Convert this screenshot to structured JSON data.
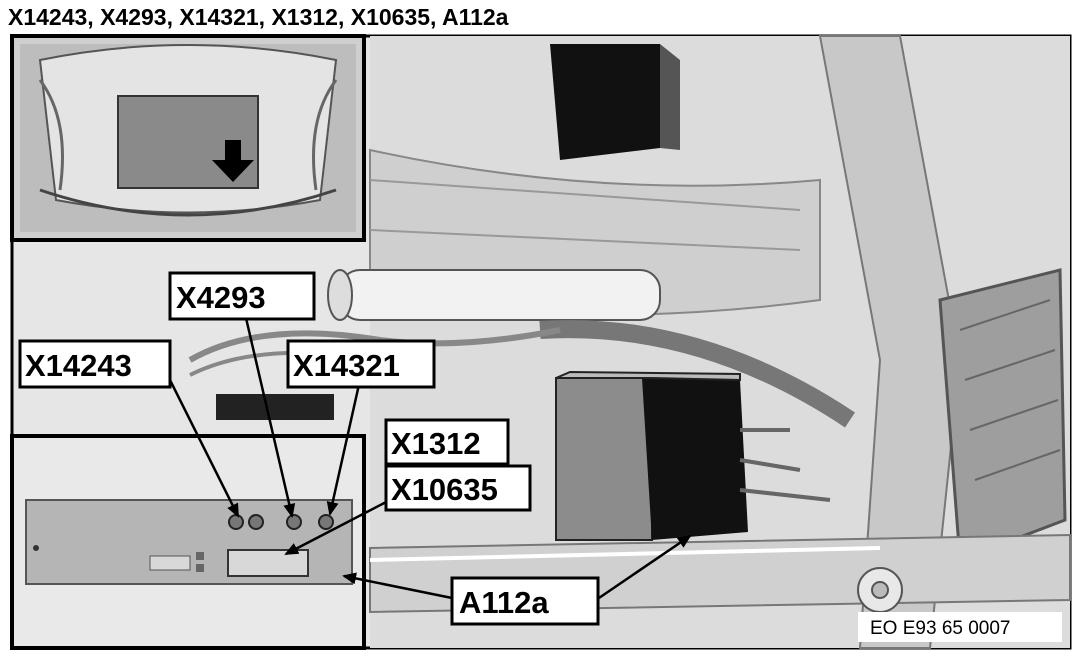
{
  "title": "X14243, X4293, X14321, X1312, X10635, A112a",
  "callouts": {
    "x4293": "X4293",
    "x14243": "X14243",
    "x14321": "X14321",
    "x1312": "X1312",
    "x10635": "X10635",
    "a112a": "A112a"
  },
  "reference_code": "EO E93 65 0007"
}
